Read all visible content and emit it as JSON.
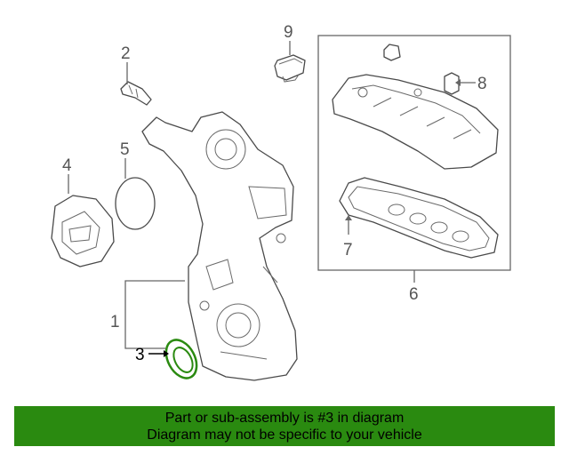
{
  "callouts": {
    "c1": "1",
    "c2": "2",
    "c3": "3",
    "c4": "4",
    "c5": "5",
    "c6": "6",
    "c7": "7",
    "c8": "8",
    "c9": "9"
  },
  "highlighted_callout": "3",
  "footer": {
    "line1": "Part or sub-assembly is #3 in diagram",
    "line2": "Diagram may not be specific to your vehicle"
  },
  "colors": {
    "footer_bg": "#2a8a10",
    "highlight_part": "#2a8a10"
  }
}
